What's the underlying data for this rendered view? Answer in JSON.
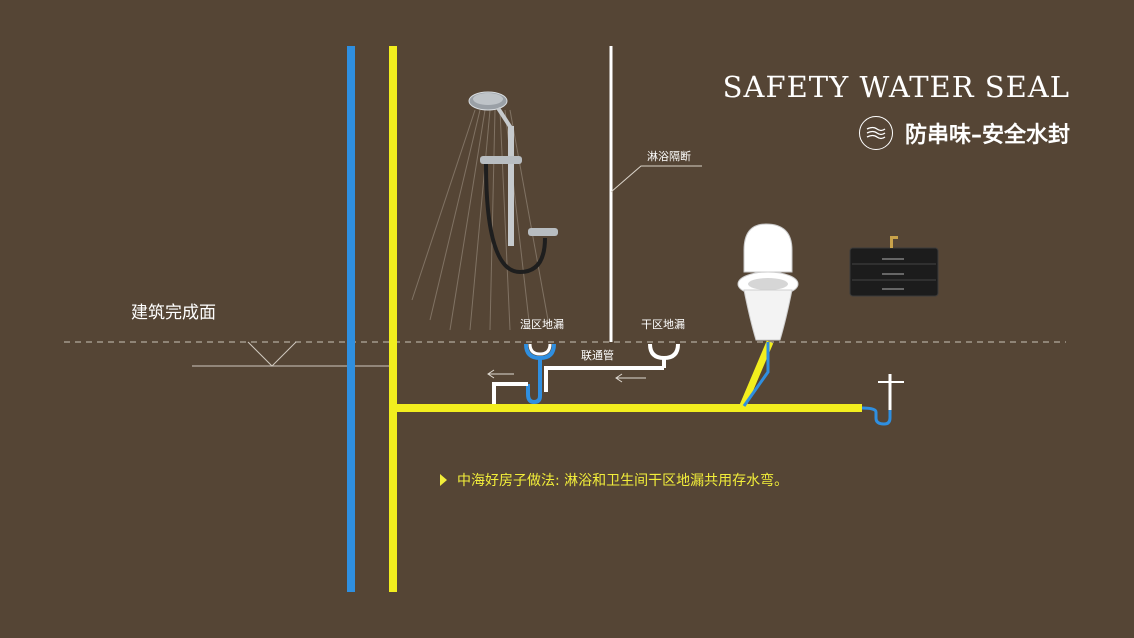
{
  "title_en": "SAFETY WATER SEAL",
  "title_cn": "防串味–安全水封",
  "labels": {
    "floor": "建筑完成面",
    "partition": "淋浴隔断",
    "wet_drain": "湿区地漏",
    "dry_drain": "干区地漏",
    "connector": "联通管"
  },
  "note": "中海好房子做法: 淋浴和卫生间干区地漏共用存水弯。",
  "icons": [
    "odor-seal-icon",
    "shower-head-icon",
    "toilet-icon",
    "vanity-cabinet-icon",
    "floor-level-triangle-icon",
    "arrow-left-icon"
  ],
  "colors": {
    "background": "#554535",
    "cold_pipe": "#2f8fe0",
    "drain_pipe": "#f2ee1e",
    "partition": "#ffffff",
    "note": "#f2ee3a"
  }
}
